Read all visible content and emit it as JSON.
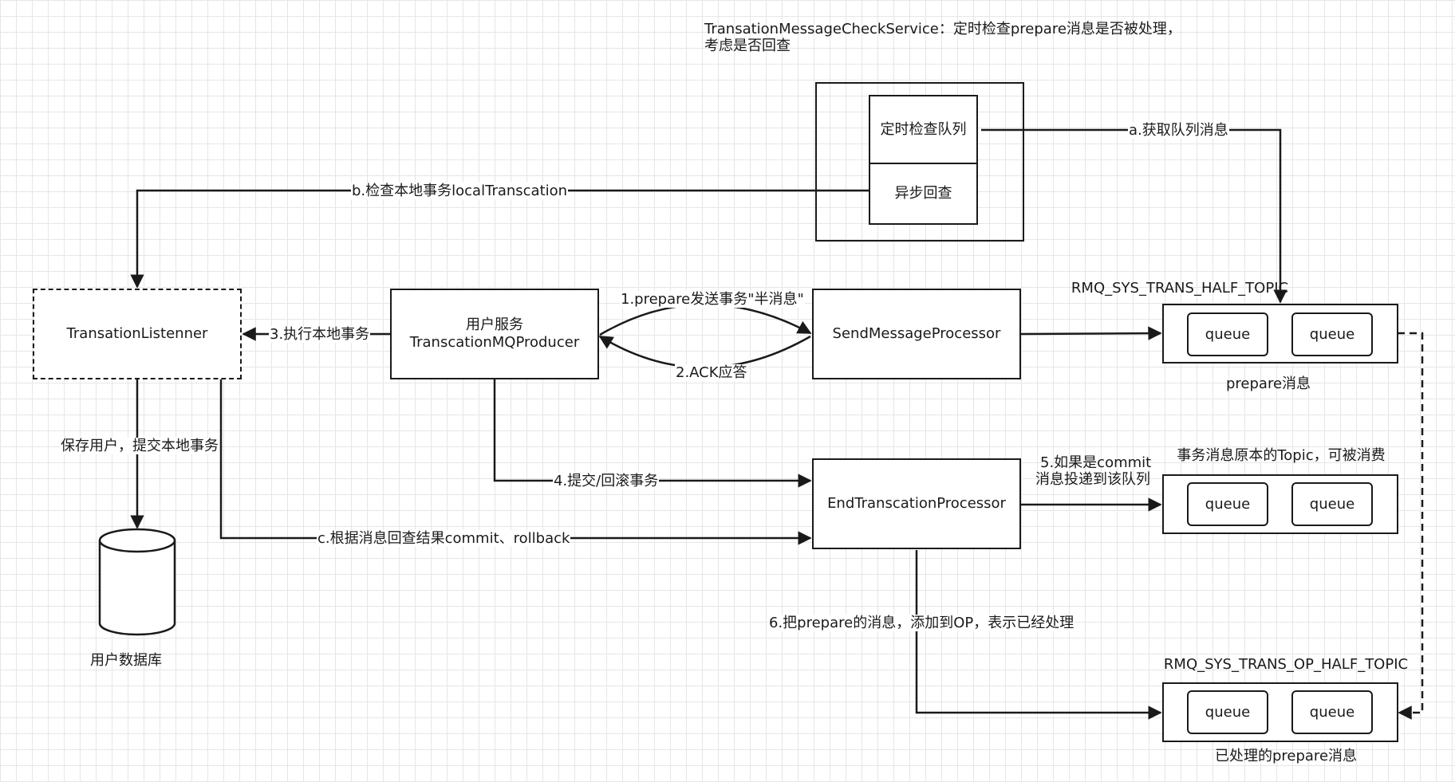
{
  "header_note": {
    "line1": "TransationMessageCheckService：定时检查prepare消息是否被处理，",
    "line2": "考虑是否回查"
  },
  "nodes": {
    "check_service": {
      "queue_check": "定时检查队列",
      "async_check": "异步回查"
    },
    "listener": "TransationListenner",
    "producer": {
      "line1": "用户服务",
      "line2": "TranscationMQProducer"
    },
    "send_processor": "SendMessageProcessor",
    "end_processor": "EndTranscationProcessor",
    "database": "用户数据库",
    "half_topic": {
      "title": "RMQ_SYS_TRANS_HALF_TOPIC",
      "caption": "prepare消息",
      "queues": [
        "queue",
        "queue"
      ]
    },
    "origin_topic": {
      "title": "事务消息原本的Topic，可被消费",
      "queues": [
        "queue",
        "queue"
      ]
    },
    "op_topic": {
      "title": "RMQ_SYS_TRANS_OP_HALF_TOPIC",
      "caption": "已处理的prepare消息",
      "queues": [
        "queue",
        "queue"
      ]
    }
  },
  "edges": {
    "a": "a.获取队列消息",
    "b": "b.检查本地事务localTranscation",
    "step1": "1.prepare发送事务\"半消息\"",
    "step2": "2.ACK应答",
    "step3": "3.执行本地事务",
    "save": "保存用户，提交本地事务",
    "step4": "4.提交/回滚事务",
    "step5": {
      "line1": "5.如果是commit",
      "line2": "消息投递到该队列"
    },
    "c": "c.根据消息回查结果commit、rollback",
    "step6": "6.把prepare的消息，添加到OP，表示已经处理"
  }
}
